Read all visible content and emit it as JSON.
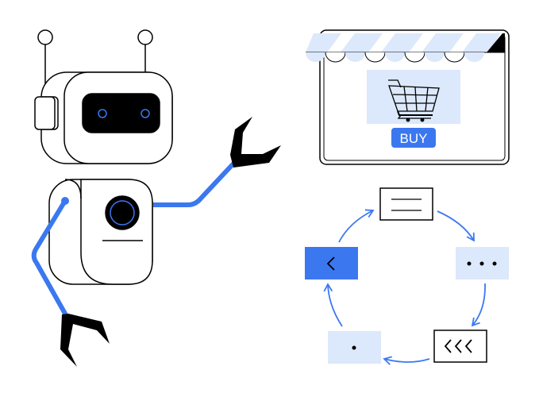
{
  "store": {
    "buy_label": "BUY"
  },
  "colors": {
    "accent": "#3b78f0",
    "light": "#dce8fb",
    "ink": "#000000"
  },
  "cycle": {
    "steps": [
      {
        "icon": "text-lines-icon",
        "style": "outlined"
      },
      {
        "icon": "ellipsis-icon",
        "style": "light"
      },
      {
        "icon": "triple-chevron-left-icon",
        "style": "outlined"
      },
      {
        "icon": "dot-icon",
        "style": "light"
      },
      {
        "icon": "chevron-left-icon",
        "style": "accent"
      }
    ]
  }
}
